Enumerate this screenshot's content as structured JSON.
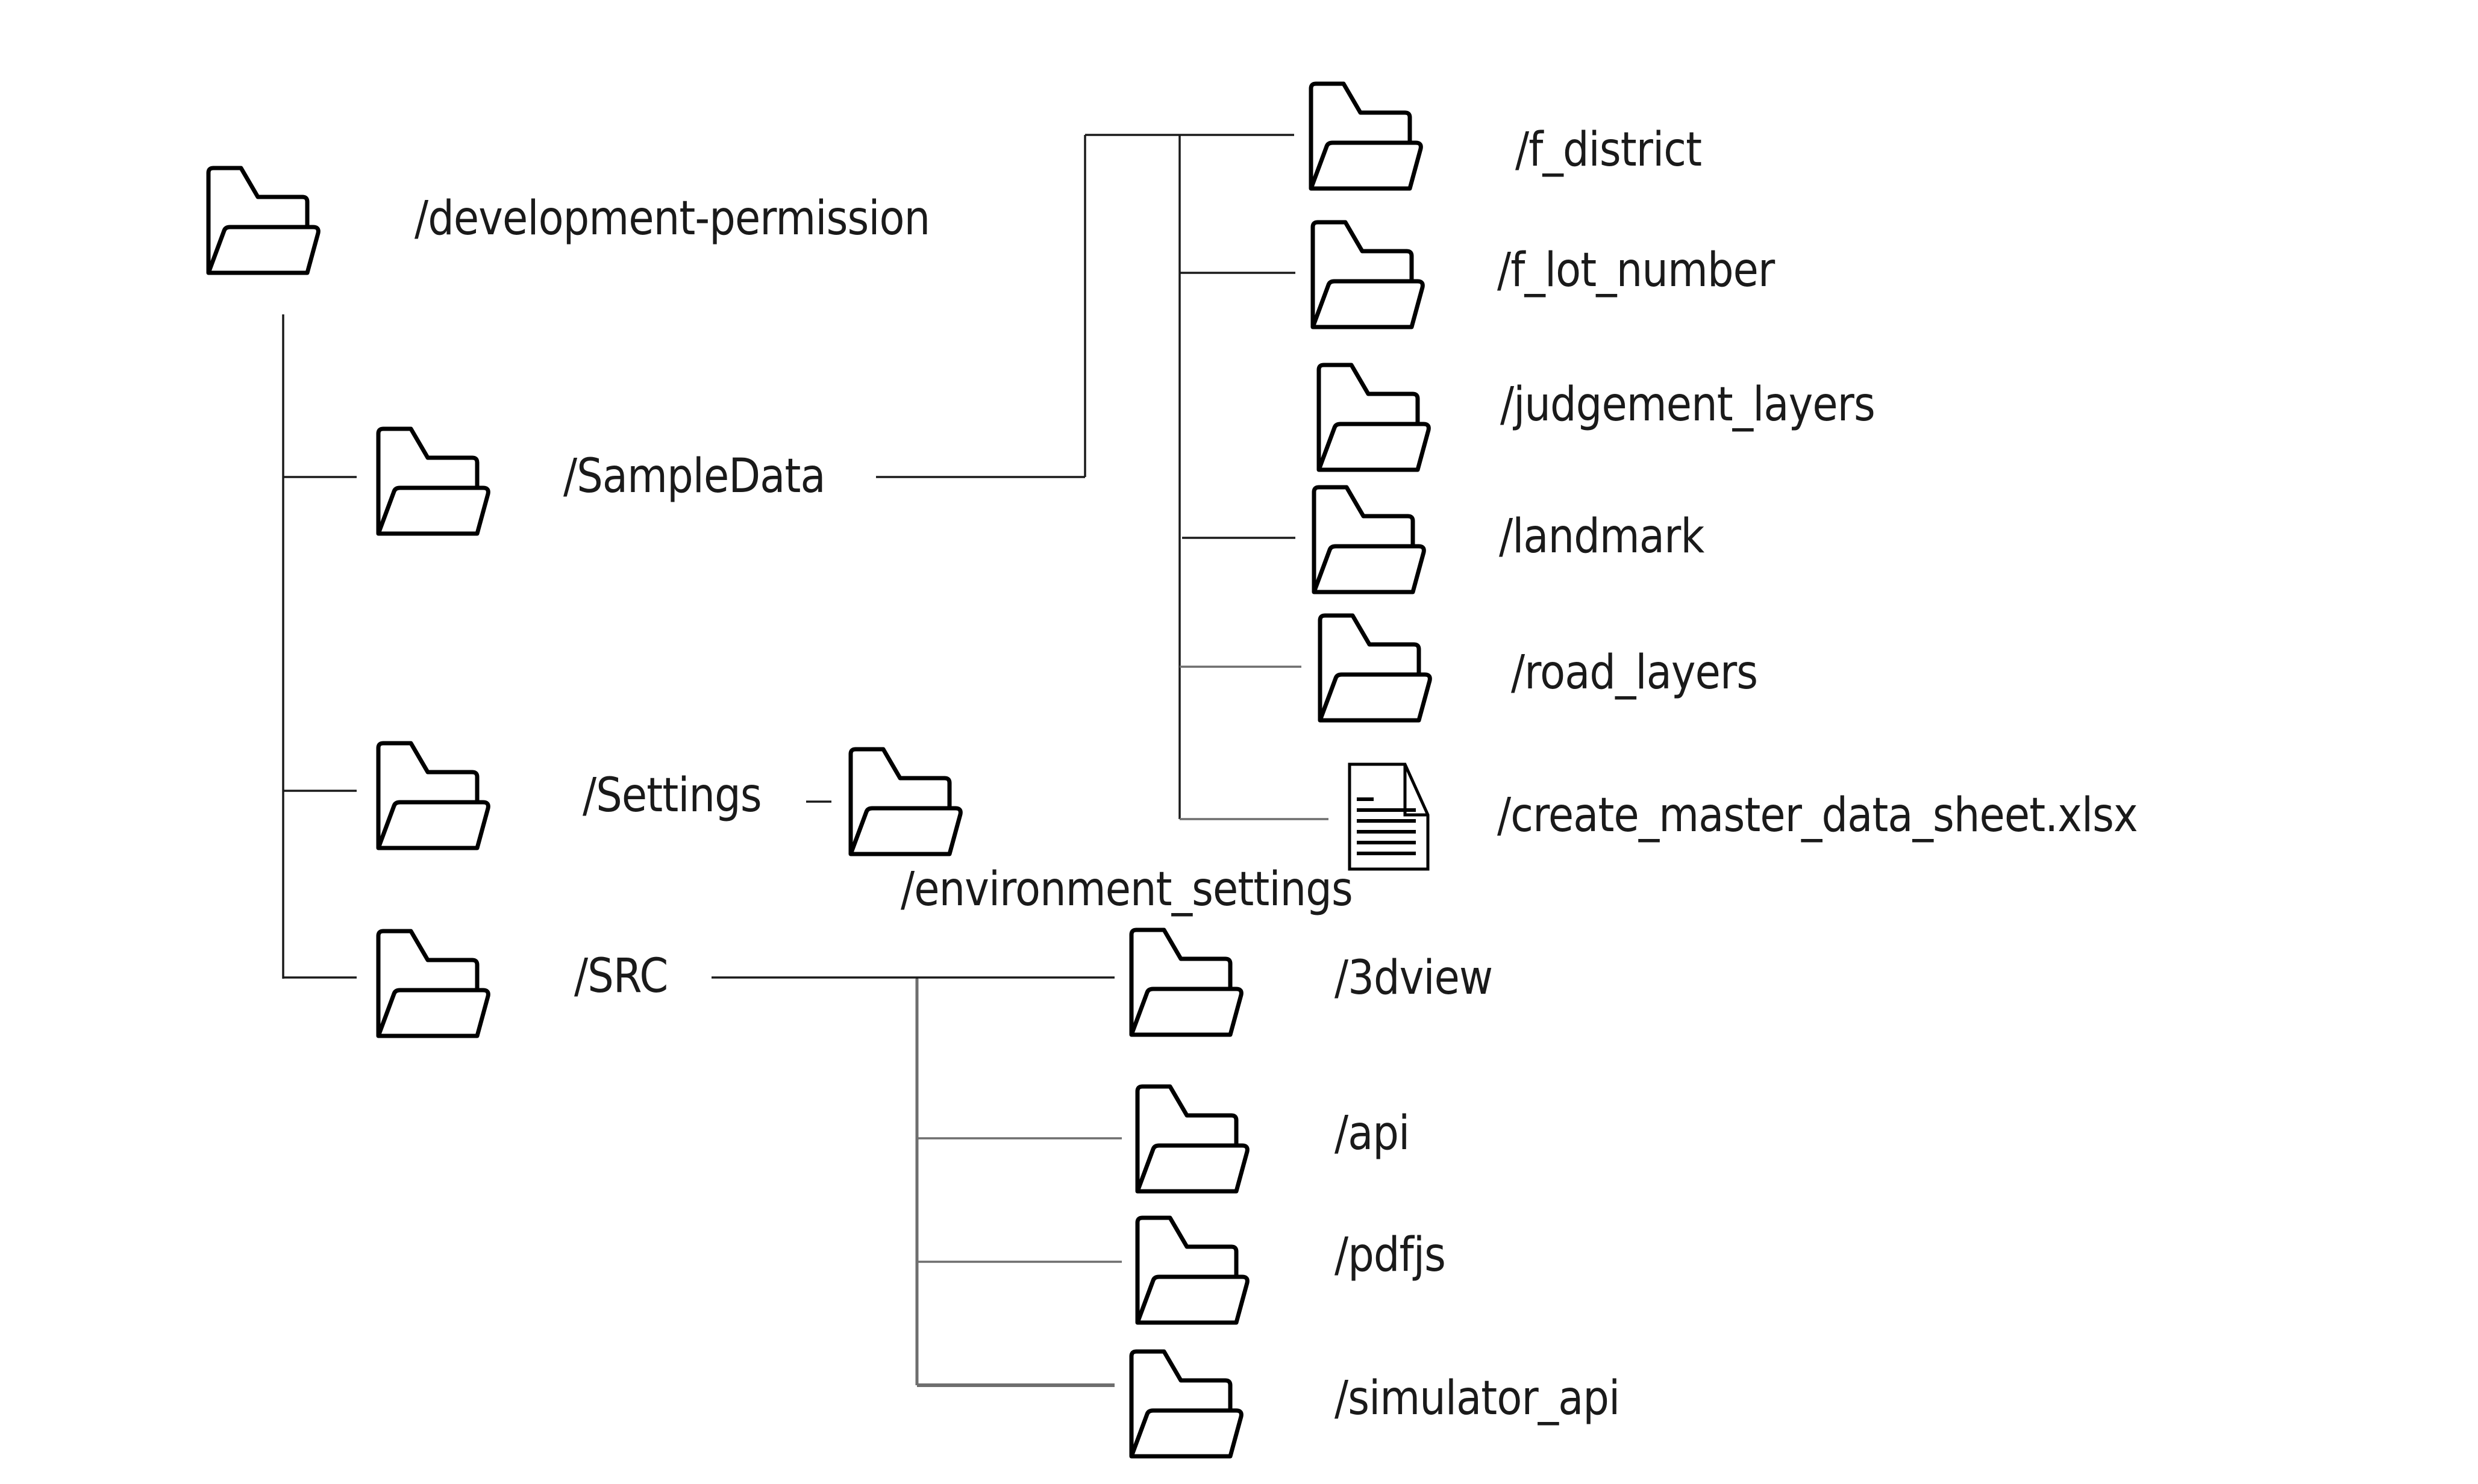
{
  "diagram": {
    "title": "",
    "root": {
      "id": "root",
      "label": "/development-permission",
      "icon": "folder-icon",
      "children": [
        "sampledata",
        "settings",
        "src"
      ]
    },
    "nodes": [
      {
        "id": "root",
        "label": "/development-permission",
        "icon": "folder-icon",
        "parent": null
      },
      {
        "id": "sampledata",
        "label": "/SampleData",
        "icon": "folder-icon",
        "parent": "root"
      },
      {
        "id": "settings",
        "label": "/Settings",
        "icon": "folder-icon",
        "parent": "root"
      },
      {
        "id": "src",
        "label": "/SRC",
        "icon": "folder-icon",
        "parent": "root"
      },
      {
        "id": "f_district",
        "label": "/f_district",
        "icon": "folder-icon",
        "parent": "sampledata"
      },
      {
        "id": "f_lot_number",
        "label": "/f_lot_number",
        "icon": "folder-icon",
        "parent": "sampledata"
      },
      {
        "id": "judgement_layers",
        "label": "/judgement_layers",
        "icon": "folder-icon",
        "parent": "sampledata"
      },
      {
        "id": "landmark",
        "label": "/landmark",
        "icon": "folder-icon",
        "parent": "sampledata"
      },
      {
        "id": "road_layers",
        "label": "/road_layers",
        "icon": "folder-icon",
        "parent": "sampledata"
      },
      {
        "id": "create_master_data_sheet",
        "label": "/create_master_data_sheet.xlsx",
        "icon": "document-icon",
        "parent": "sampledata"
      },
      {
        "id": "environment_settings",
        "label": "/environment_settings",
        "icon": "folder-icon",
        "parent": "settings"
      },
      {
        "id": "3dview",
        "label": "/3dview",
        "icon": "folder-icon",
        "parent": "src"
      },
      {
        "id": "api",
        "label": "/api",
        "icon": "folder-icon",
        "parent": "src"
      },
      {
        "id": "pdfjs",
        "label": "/pdfjs",
        "icon": "folder-icon",
        "parent": "src"
      },
      {
        "id": "simulator_api",
        "label": "/simulator_api",
        "icon": "folder-icon",
        "parent": "src"
      }
    ],
    "colors": {
      "line": "#1a1a1a",
      "line_light": "#6e6e6e",
      "icon_stroke": "#000000",
      "text": "#1a1a1a",
      "background": "#ffffff"
    }
  }
}
